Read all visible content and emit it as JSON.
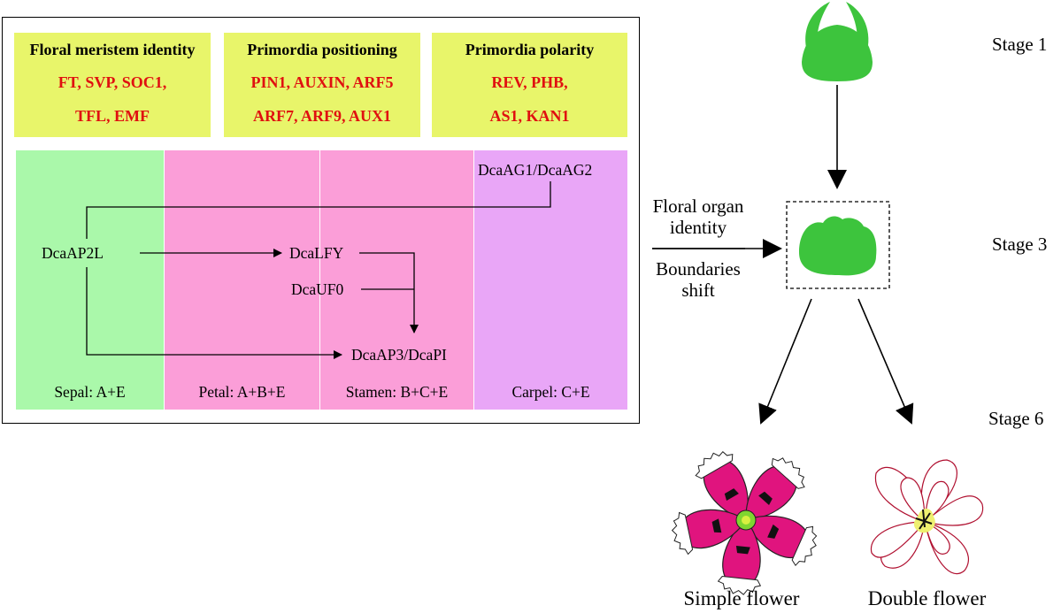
{
  "topboxes": [
    {
      "title": "Floral meristem identity",
      "line1": "FT, SVP, SOC1,",
      "line2": "TFL, EMF"
    },
    {
      "title": "Primordia positioning",
      "line1": "PIN1, AUXIN, ARF5",
      "line2": "ARF7, ARF9, AUX1"
    },
    {
      "title": "Primordia polarity",
      "line1": "REV, PHB,",
      "line2": "AS1, KAN1"
    }
  ],
  "genes": {
    "ag": "DcaAG1/DcaAG2",
    "ap2l": "DcaAP2L",
    "lfy": "DcaLFY",
    "uf0": "DcaUF0",
    "ap3": "DcaAP3/DcaPI"
  },
  "organs": [
    "Sepal: A+E",
    "Petal: A+B+E",
    "Stamen: B+C+E",
    "Carpel: C+E"
  ],
  "colors": {
    "sepal": "#aaf8aa",
    "petal": "#fb9ed8",
    "stamen": "#fb9ed8",
    "carpel": "#e9a6f7",
    "topbox": "#e8f56a",
    "gene_red": "#e01010",
    "bud_green": "#3dc43d"
  },
  "stages": {
    "s1": "Stage 1",
    "s3": "Stage 3",
    "s6": "Stage 6"
  },
  "side_labels": {
    "identity_line1": "Floral organ",
    "identity_line2": "identity",
    "shift_line1": "Boundaries",
    "shift_line2": "shift"
  },
  "flowers": {
    "simple": "Simple flower",
    "double": "Double flower"
  }
}
